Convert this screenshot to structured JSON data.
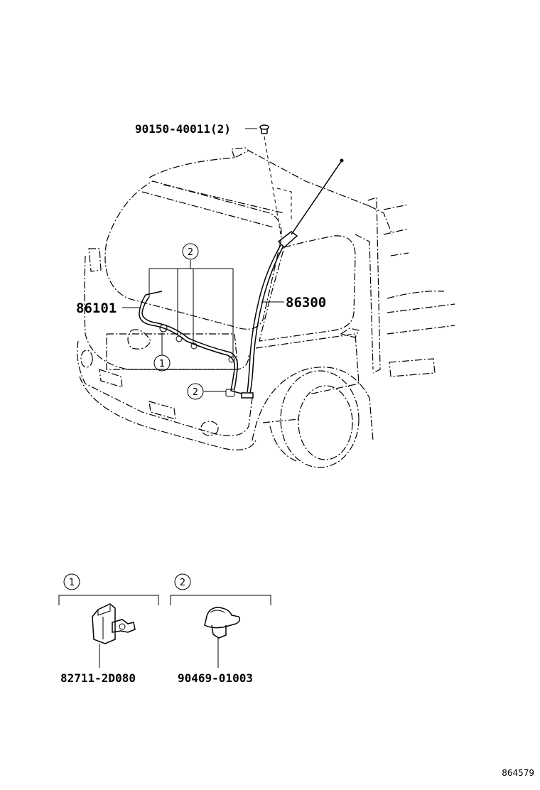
{
  "parts": {
    "bolt": "90150-40011(2)",
    "antenna": "86300",
    "cord": "86101",
    "clamp": "82711-2D080",
    "clip": "90469-01003"
  },
  "callouts": {
    "c1": "1",
    "c2": "2"
  },
  "legend": {
    "group1_id": "1",
    "group2_id": "2"
  },
  "figure_id": "864579"
}
